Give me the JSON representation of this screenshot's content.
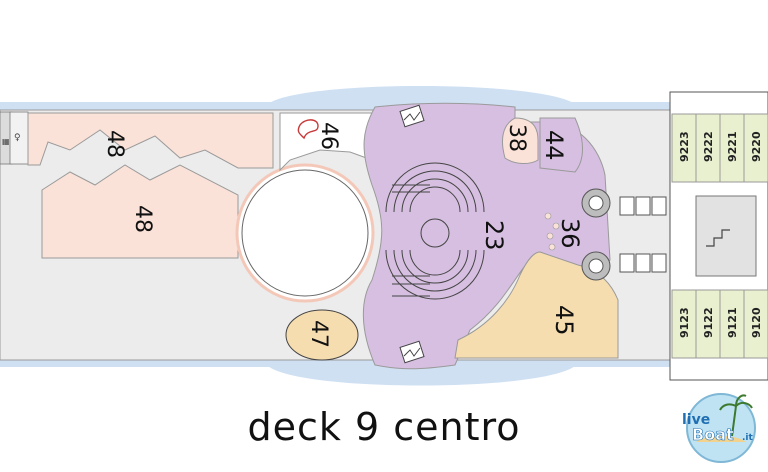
{
  "title": "deck 9 centro",
  "colors": {
    "sea": "#cfe0f3",
    "deck": "#ececec",
    "pink": "#fbe2d8",
    "lilac": "#d6bfe0",
    "cream": "#f6ddb0",
    "green": "#e9f0cf"
  },
  "areas": {
    "a48_upper": "48",
    "a48_lower": "48",
    "a46": "46",
    "a47": "47",
    "a38": "38",
    "a44": "44",
    "a23": "23",
    "a36": "36",
    "a45": "45"
  },
  "cabins_upper": [
    "9223",
    "9222",
    "9221",
    "9220"
  ],
  "cabins_lower": [
    "9123",
    "9122",
    "9121",
    "9120"
  ],
  "logo": {
    "text_a": "live",
    "text_b": "Boat",
    "suffix": ".it"
  }
}
